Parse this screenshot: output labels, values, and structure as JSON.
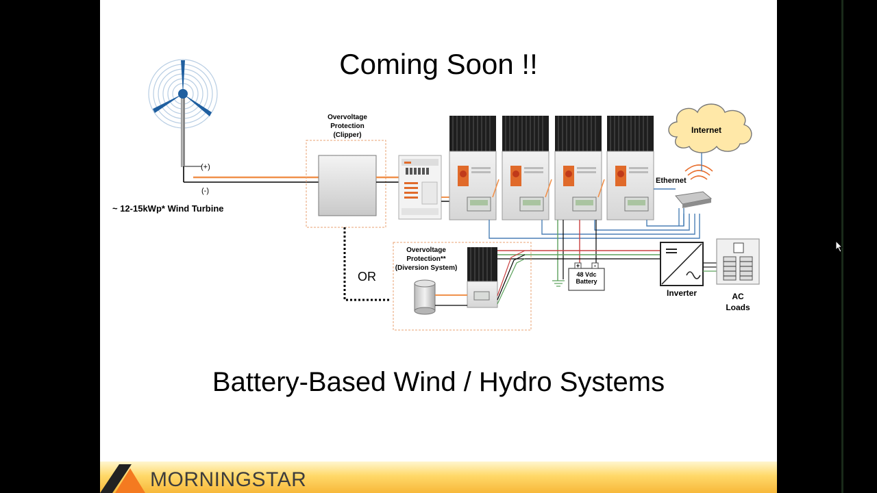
{
  "slide": {
    "title": "Coming Soon !!",
    "subtitle": "Battery-Based Wind / Hydro Systems",
    "footer_brand": "MORNINGSTAR"
  },
  "diagram": {
    "turbine_label": "~ 12-15kWp* Wind Turbine",
    "plus_label": "(+)",
    "minus_label": "(-)",
    "clipper_label": [
      "Overvoltage",
      "Protection",
      "(Clipper)"
    ],
    "or_label": "OR",
    "diversion_label": [
      "Overvoltage",
      "Protection**",
      "(Diversion System)"
    ],
    "battery_label": [
      "48 Vdc",
      "Battery"
    ],
    "battery_plus": "+",
    "battery_minus": "-",
    "internet_label": "Internet",
    "ethernet_label": "Ethernet",
    "inverter_label": "Inverter",
    "ac_loads_label": [
      "AC",
      "Loads"
    ]
  },
  "colors": {
    "orange_wire": "#f0904a",
    "black_wire": "#000000",
    "blue_wire": "#4a7fb5",
    "green_wire": "#5aa05a",
    "red_wire": "#c94040",
    "dashed_box": "#e8a070",
    "cloud_fill": "#ffe8a8",
    "turbine_blue": "#1f5fa0",
    "heatsink": "#1e1e1e",
    "footer_orange": "#f47a20"
  }
}
